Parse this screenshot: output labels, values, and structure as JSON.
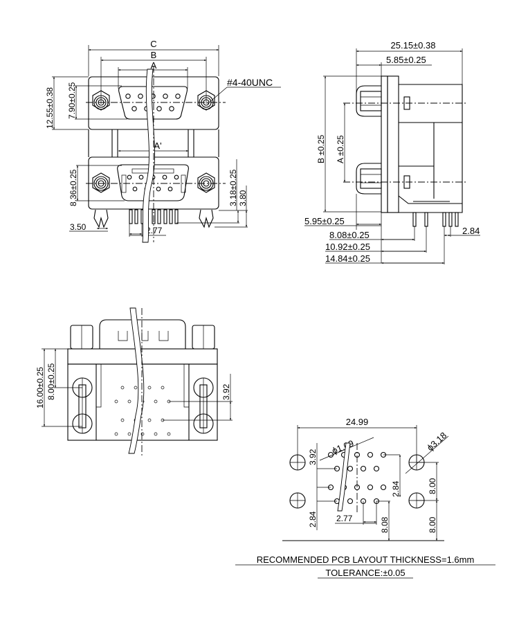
{
  "front_view": {
    "dim_c": "C",
    "dim_b": "B",
    "dim_a": "A",
    "dim_a_prime": "A'",
    "height_total": "12.55±0.38",
    "height_upper_shell": "7.90±0.25",
    "thread_callout": "#4-40UNC",
    "height_lower_shell": "8.36±0.25",
    "pin_tail_offset": "3.18±0.25",
    "pin_tail_length": "3.80",
    "boardlock_width": "3.50",
    "pin_pitch": "2.77"
  },
  "side_view": {
    "depth_total": "25.15±0.38",
    "flange_offset": "5.85±0.25",
    "dim_b_tol": "B ±0.25",
    "dim_a_tol": "A ±0.25",
    "face_offset": "5.95±0.25",
    "row1_offset": "8.08±0.25",
    "row2_offset": "10.92±0.25",
    "row3_offset": "14.84±0.25",
    "row_pitch": "2.84"
  },
  "bottom_view": {
    "boardlock_spacing": "16.00±0.25",
    "boardlock_half": "8.00±0.25",
    "row_spacing": "3.92"
  },
  "pcb_layout": {
    "mount_hole_spacing": "24.99",
    "pin_hole_dia": "ϕ1.09",
    "mount_hole_dia": "ϕ3.18",
    "row_spacing_left": "3.92",
    "row_pitch_right": "2.84",
    "row_pitch_left": "2.84",
    "pin_pitch": "2.77",
    "edge_to_row": "8.08",
    "edge_to_mount_upper": "8.00",
    "edge_to_mount_lower": "8.00"
  },
  "notes": {
    "pcb_note": "RECOMMENDED PCB LAYOUT THICKNESS=1.6mm",
    "tolerance": "TOLERANCE:±0.05"
  }
}
